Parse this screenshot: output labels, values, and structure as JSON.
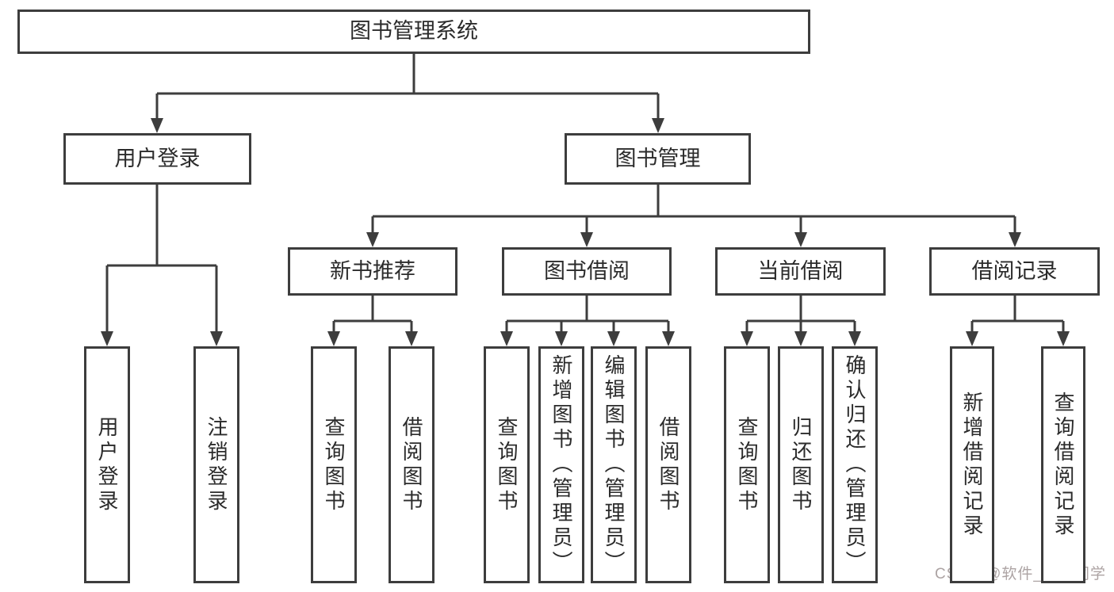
{
  "diagram": {
    "nodes": [
      {
        "id": "root",
        "label": "图书管理系统"
      },
      {
        "id": "user-login",
        "label": "用户登录"
      },
      {
        "id": "book-management",
        "label": "图书管理"
      },
      {
        "id": "new-book-recommend",
        "label": "新书推荐"
      },
      {
        "id": "book-borrowing",
        "label": "图书借阅"
      },
      {
        "id": "current-borrowing",
        "label": "当前借阅"
      },
      {
        "id": "borrowing-records",
        "label": "借阅记录"
      },
      {
        "id": "leaf-user-login",
        "label": "用户登录"
      },
      {
        "id": "leaf-logout",
        "label": "注销登录"
      },
      {
        "id": "leaf-query-books-recommend",
        "label": "查询图书"
      },
      {
        "id": "leaf-borrow-books-recommend",
        "label": "借阅图书"
      },
      {
        "id": "leaf-query-books-borrowing",
        "label": "查询图书"
      },
      {
        "id": "leaf-add-books-admin",
        "label": "新增图书（管理员）"
      },
      {
        "id": "leaf-edit-books-admin",
        "label": "编辑图书（管理员）"
      },
      {
        "id": "leaf-borrow-books-borrowing",
        "label": "借阅图书"
      },
      {
        "id": "leaf-query-books-current",
        "label": "查询图书"
      },
      {
        "id": "leaf-return-books",
        "label": "归还图书"
      },
      {
        "id": "leaf-confirm-return-admin",
        "label": "确认归还（管理员）"
      },
      {
        "id": "leaf-add-borrow-record",
        "label": "新增借阅记录"
      },
      {
        "id": "leaf-query-borrow-record",
        "label": "查询借阅记录"
      }
    ],
    "colors": {
      "line": "#3d3d3d",
      "text": "#2b2b2b",
      "box_fill": "#ffffff",
      "background": "#ffffff",
      "watermark": "#aca3a3"
    },
    "watermark": "CSDN @软件_小贺同学"
  }
}
